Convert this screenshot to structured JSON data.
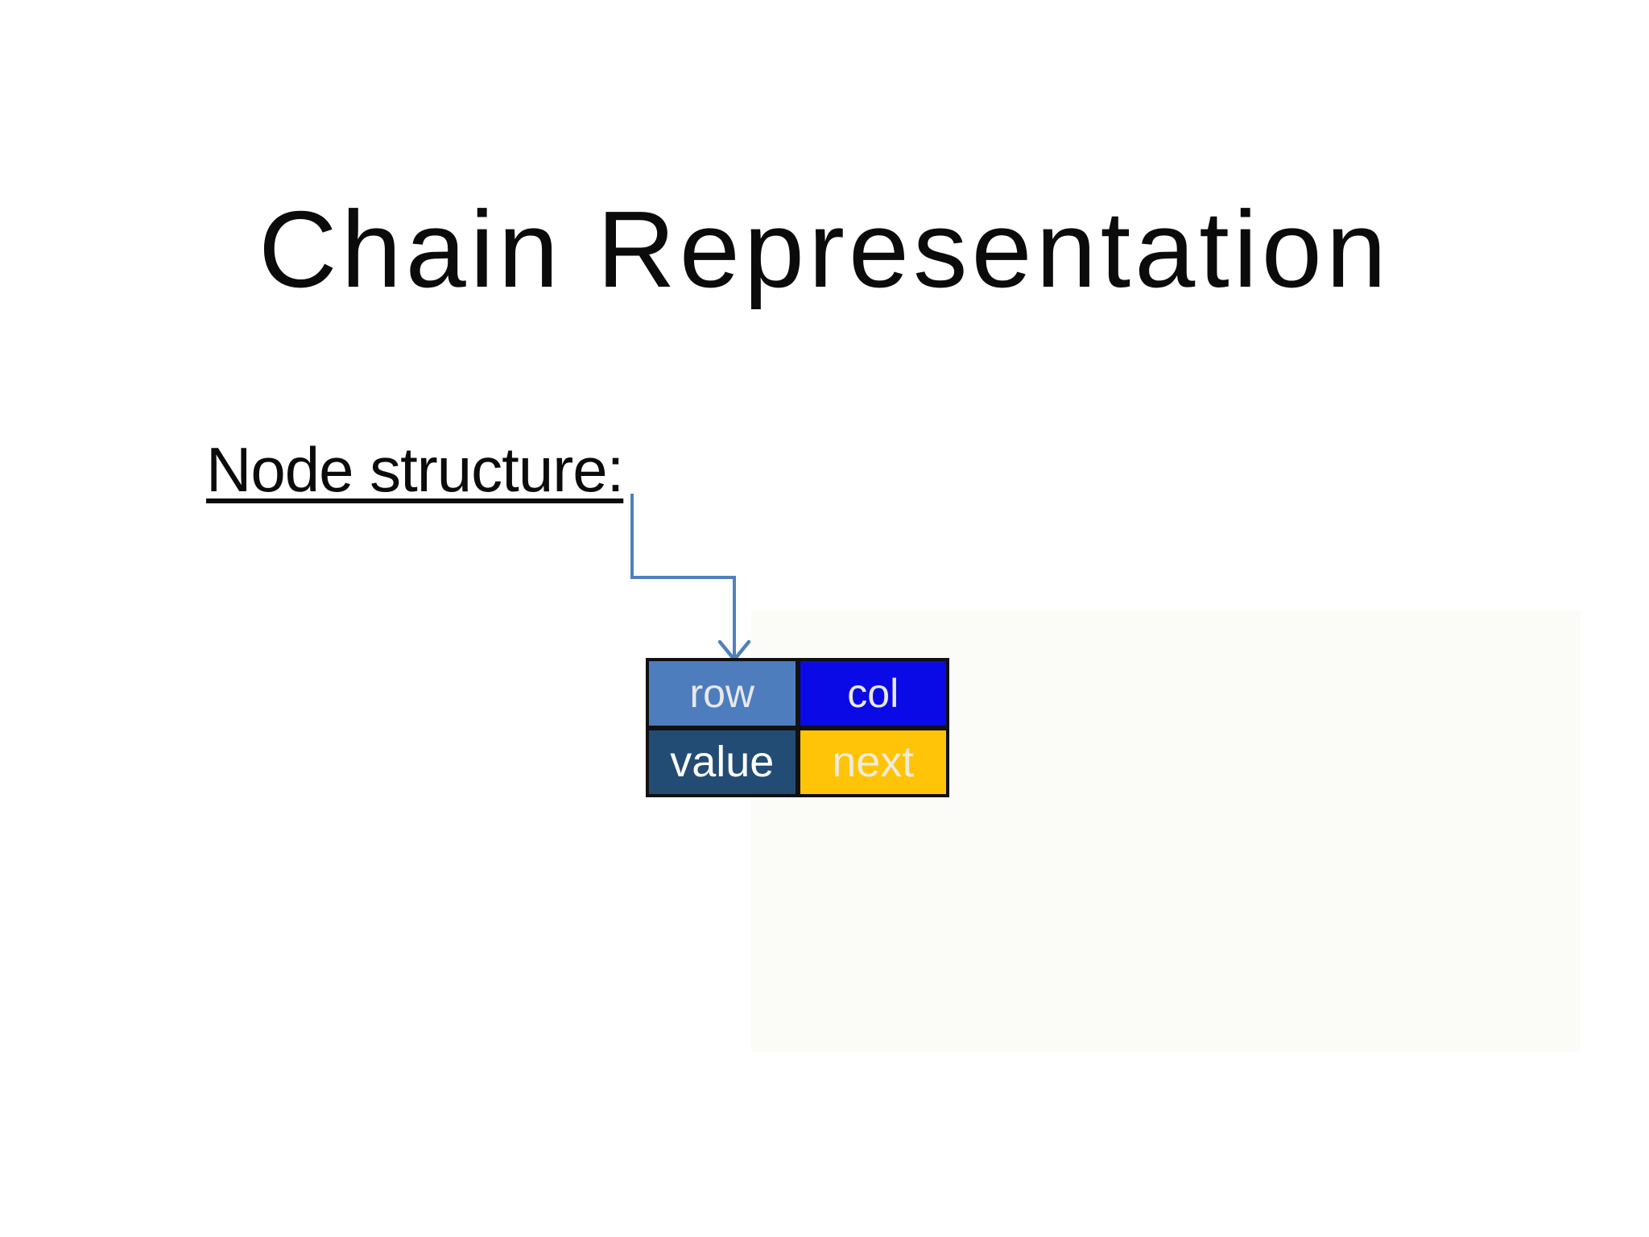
{
  "slide": {
    "title": "Chain Representation",
    "label": "Node structure:",
    "background": "#ffffff",
    "text_color": "#0b0b0b"
  },
  "arrow": {
    "name": "elbow-connector-arrow",
    "color": "#4f81bd"
  },
  "node_table": {
    "border_color": "#111111",
    "cells": [
      {
        "label": "row",
        "bg": "#4e7dbe",
        "fg": "#e8e8e8"
      },
      {
        "label": "col",
        "bg": "#0a0ae6",
        "fg": "#e8e8e8"
      },
      {
        "label": "value",
        "bg": "#234c74",
        "fg": "#ffffff"
      },
      {
        "label": "next",
        "bg": "#ffc408",
        "fg": "#efebdb"
      }
    ]
  }
}
